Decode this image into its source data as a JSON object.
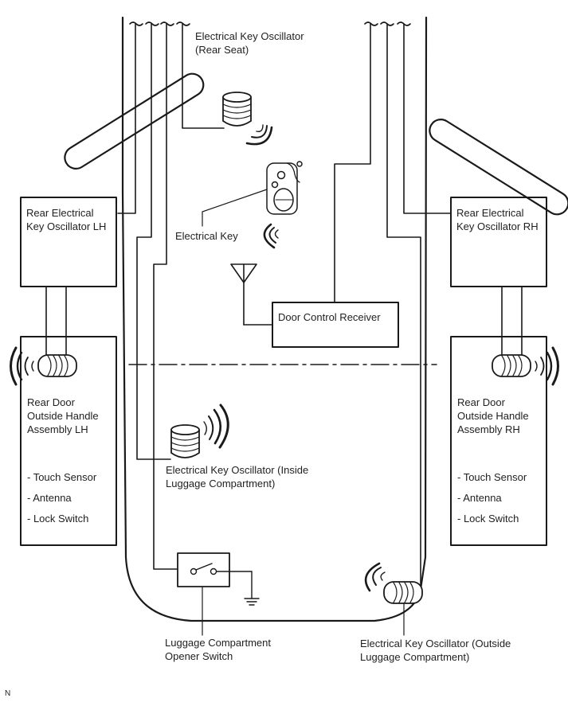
{
  "diagram": {
    "title": "Smart Key System - Rear / Luggage Compartment Layout",
    "labels": {
      "oscillator_rear_seat": [
        "Electrical Key Oscillator",
        "(Rear Seat)"
      ],
      "rear_oscillator_lh": [
        "Rear Electrical",
        "Key Oscillator LH"
      ],
      "rear_oscillator_rh": [
        "Rear Electrical",
        "Key Oscillator RH"
      ],
      "electrical_key": [
        "Electrical Key"
      ],
      "door_control_receiver": [
        "Door Control Receiver"
      ],
      "handle_lh": [
        "Rear Door",
        "Outside Handle",
        "Assembly LH"
      ],
      "handle_rh": [
        "Rear Door",
        "Outside Handle",
        "Assembly RH"
      ],
      "oscillator_inside_luggage": [
        "Electrical Key Oscillator (Inside",
        "Luggage Compartment)"
      ],
      "oscillator_outside_luggage": [
        "Electrical Key Oscillator (Outside",
        "Luggage Compartment)"
      ],
      "opener_switch": [
        "Luggage Compartment",
        "Opener Switch"
      ]
    },
    "handle_features_lh": [
      "- Touch Sensor",
      "- Antenna",
      "- Lock Switch"
    ],
    "handle_features_rh": [
      "- Touch Sensor",
      "- Antenna",
      "- Lock Switch"
    ],
    "footer_mark": "N",
    "icons": {
      "coil": "coil-oscillator-icon",
      "radio_waves": "radio-waves-icon",
      "antenna": "antenna-icon",
      "key_fob": "key-fob-icon",
      "switch": "switch-icon",
      "ground": "ground-icon"
    },
    "colors": {
      "line": "#1a1a1a",
      "background": "#ffffff"
    }
  }
}
